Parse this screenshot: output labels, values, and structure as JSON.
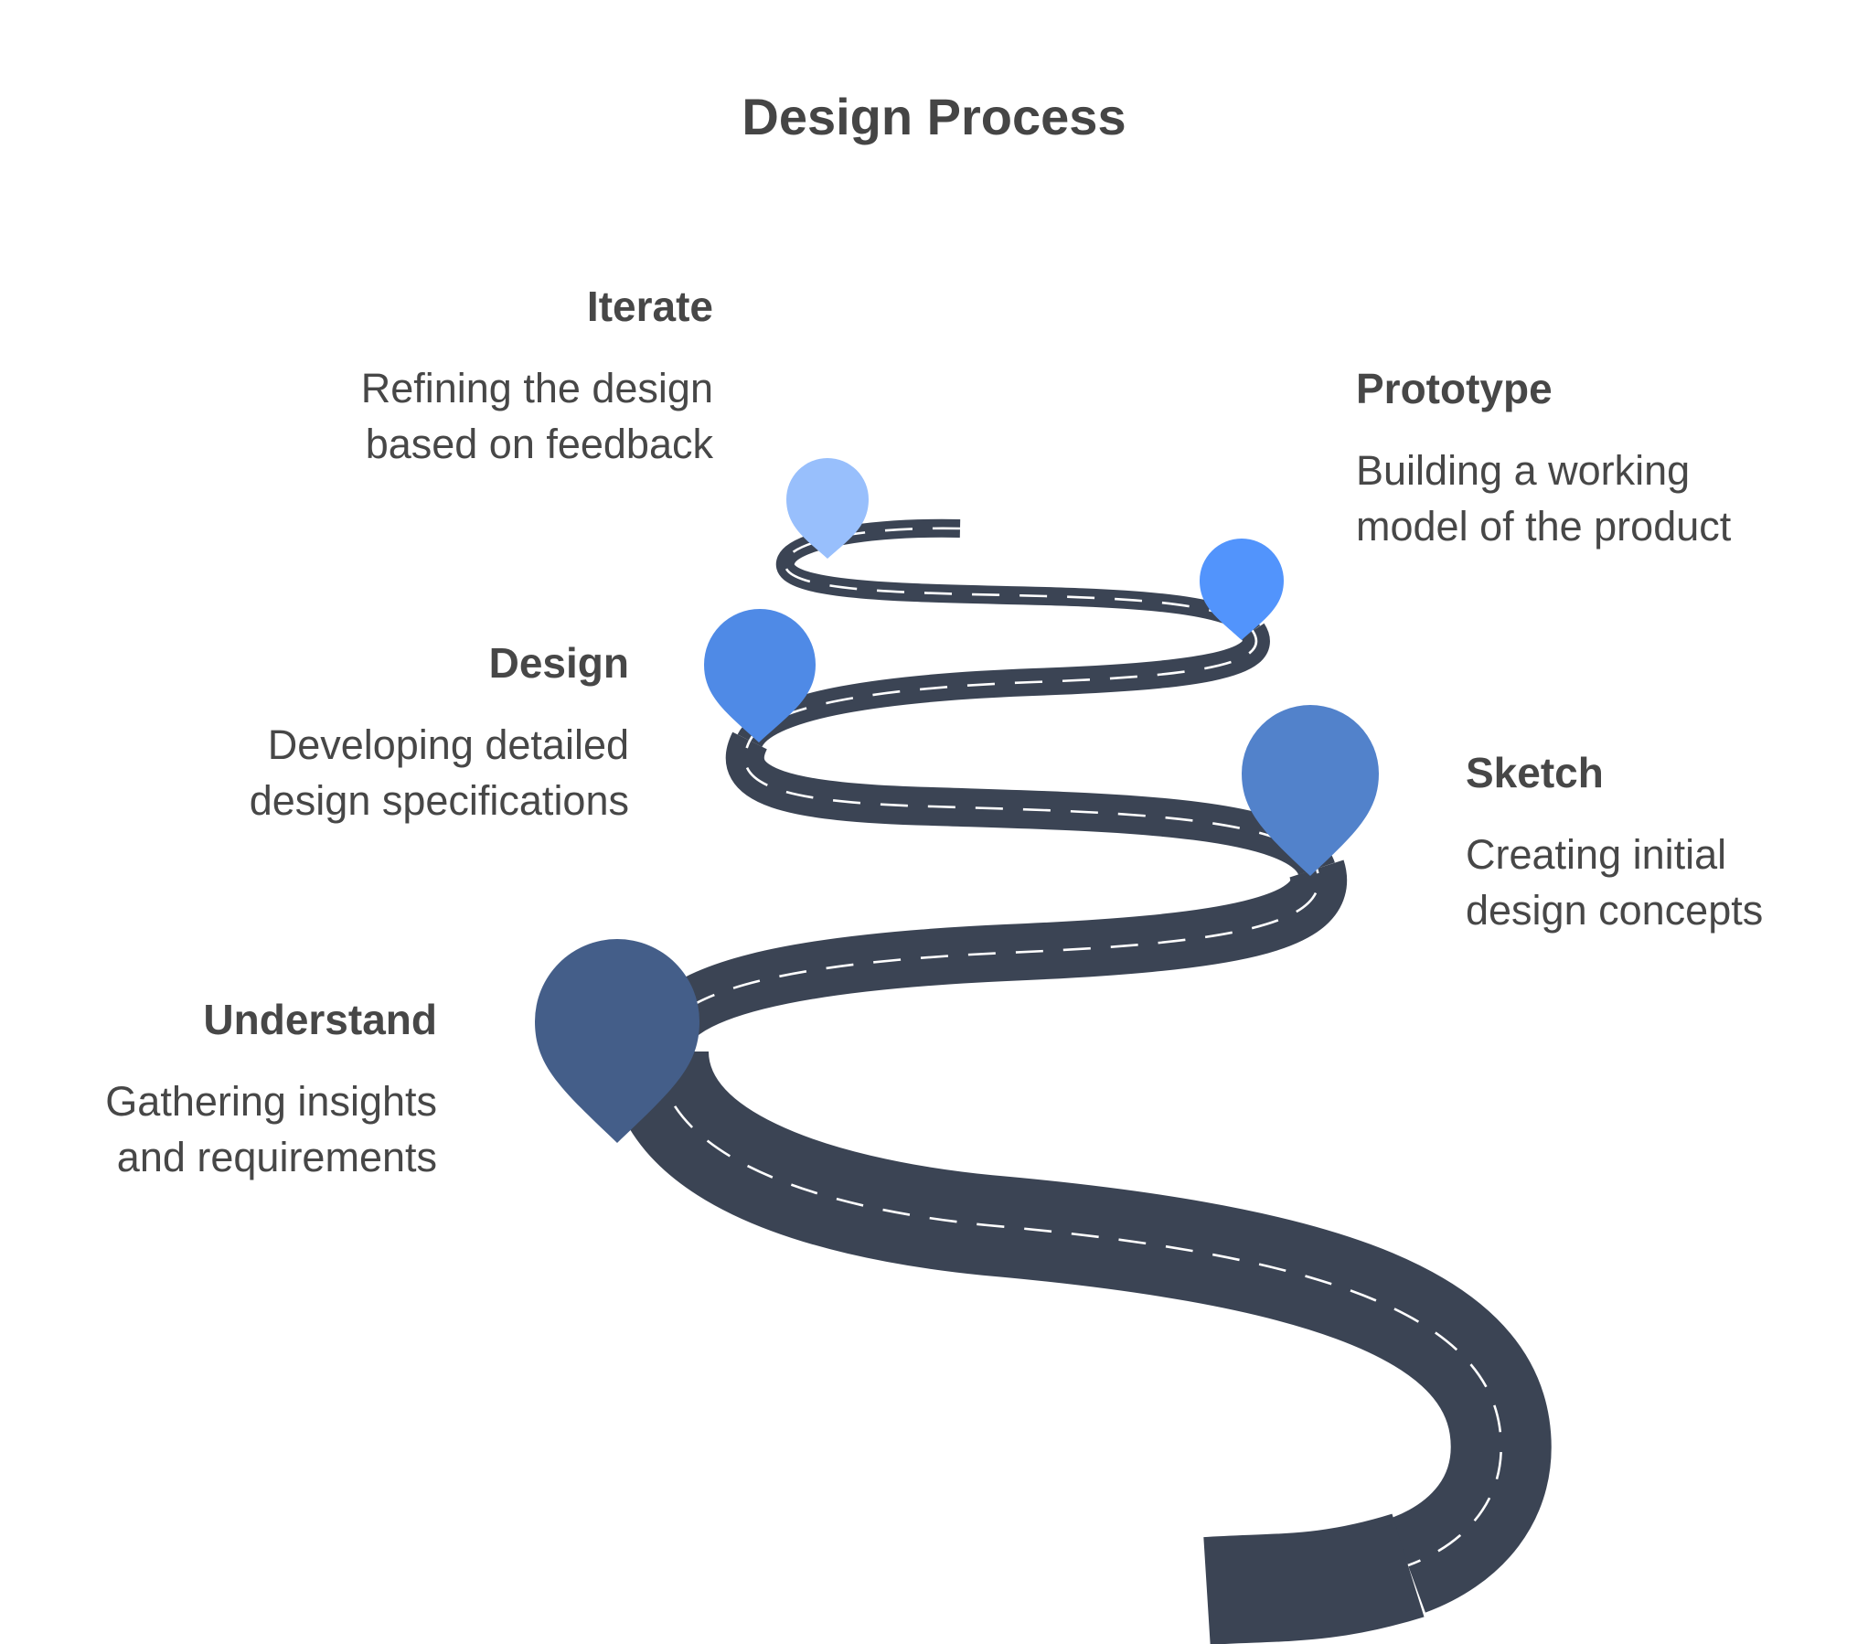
{
  "title": "Design Process",
  "steps": [
    {
      "title": "Understand",
      "description_lines": [
        "Gathering insights",
        "and requirements"
      ],
      "pin_color": "#445e89"
    },
    {
      "title": "Sketch",
      "description_lines": [
        "Creating initial",
        "design concepts"
      ],
      "pin_color": "#5282cb"
    },
    {
      "title": "Design",
      "description_lines": [
        "Developing detailed",
        "design specifications"
      ],
      "pin_color": "#4f8ae6"
    },
    {
      "title": "Prototype",
      "description_lines": [
        "Building a working",
        "model of the product"
      ],
      "pin_color": "#5294fc"
    },
    {
      "title": "Iterate",
      "description_lines": [
        "Refining the design",
        "based on feedback"
      ],
      "pin_color": "#98bffc"
    }
  ],
  "colors": {
    "road": "#3b4454",
    "road_marking": "#ffffff",
    "title_text": "#454545",
    "body_text": "#474747"
  }
}
